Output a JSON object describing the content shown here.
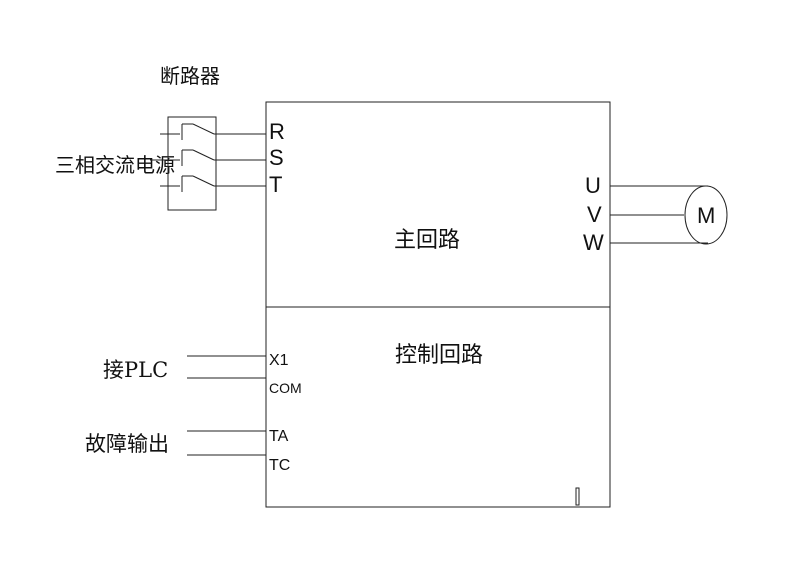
{
  "breaker": {
    "label": "断路器"
  },
  "supply": {
    "label": "三相交流电源"
  },
  "main_circuit": {
    "label": "主回路",
    "inputs": [
      "R",
      "S",
      "T"
    ],
    "outputs": [
      "U",
      "V",
      "W"
    ]
  },
  "motor": {
    "label": "M"
  },
  "control_circuit": {
    "label": "控制回路",
    "terminals": [
      "X1",
      "COM",
      "TA",
      "TC"
    ]
  },
  "plc_connection": {
    "label": "接PLC"
  },
  "fault_output": {
    "label": "故障输出"
  }
}
